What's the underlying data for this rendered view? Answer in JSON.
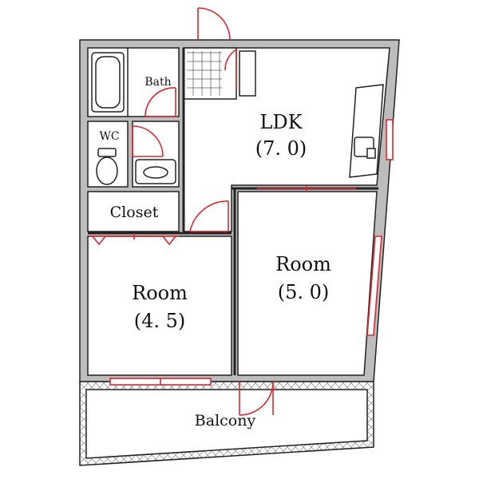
{
  "rooms": {
    "ldk": {
      "name": "LDK",
      "size": "(7. 0)"
    },
    "room_right": {
      "name": "Room",
      "size": "(5. 0)"
    },
    "room_left": {
      "name": "Room",
      "size": "(4. 5)"
    },
    "bath": {
      "name": "Bath"
    },
    "wc": {
      "name": "WC"
    },
    "closet": {
      "name": "Closet"
    },
    "balcony": {
      "name": "Balcony"
    }
  },
  "colors": {
    "wall": "#bdbdbd",
    "line": "#222222",
    "door_window": "#e0262d"
  }
}
